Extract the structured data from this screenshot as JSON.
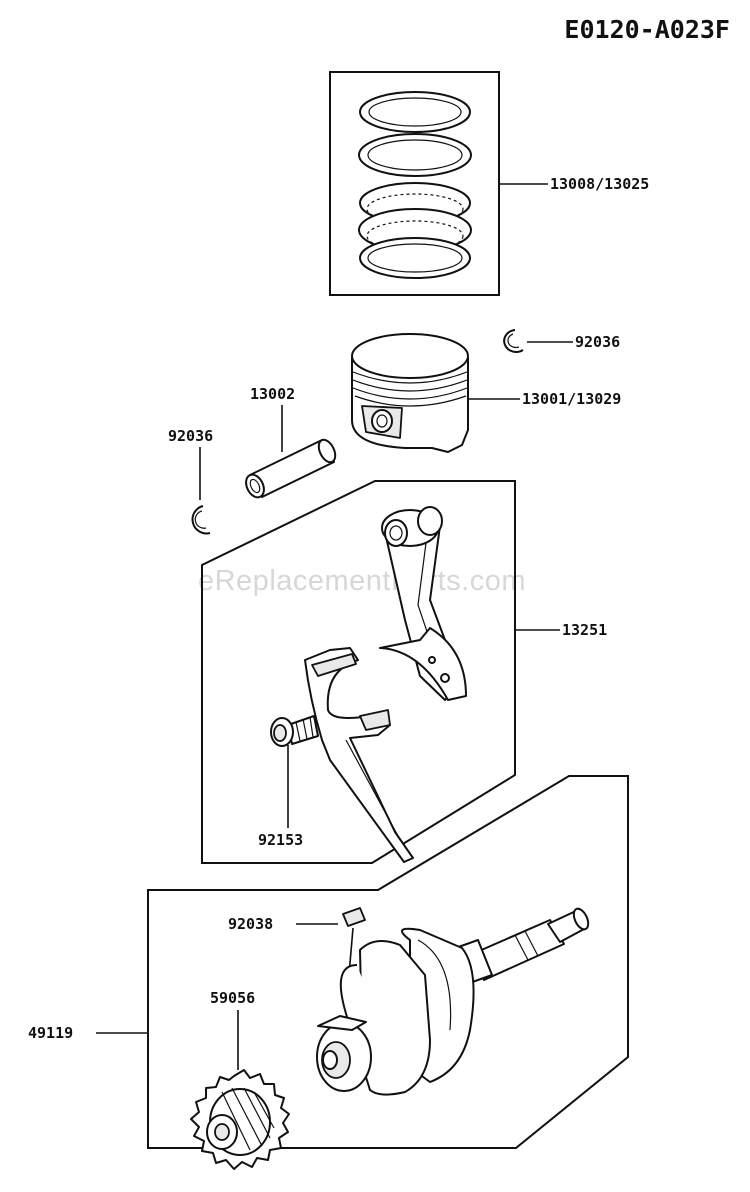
{
  "diagram_code": "E0120-A023F",
  "watermark": "eReplacementParts.com",
  "parts": {
    "piston_rings": "13008/13025",
    "circlip_right": "92036",
    "piston": "13001/13029",
    "piston_pin": "13002",
    "circlip_left": "92036",
    "connecting_rod": "13251",
    "rod_bolt": "92153",
    "key": "92038",
    "crankshaft_assy": "49119",
    "gear": "59056"
  },
  "colors": {
    "line": "#111111",
    "watermark": "#d7d7d7",
    "background": "#ffffff"
  }
}
